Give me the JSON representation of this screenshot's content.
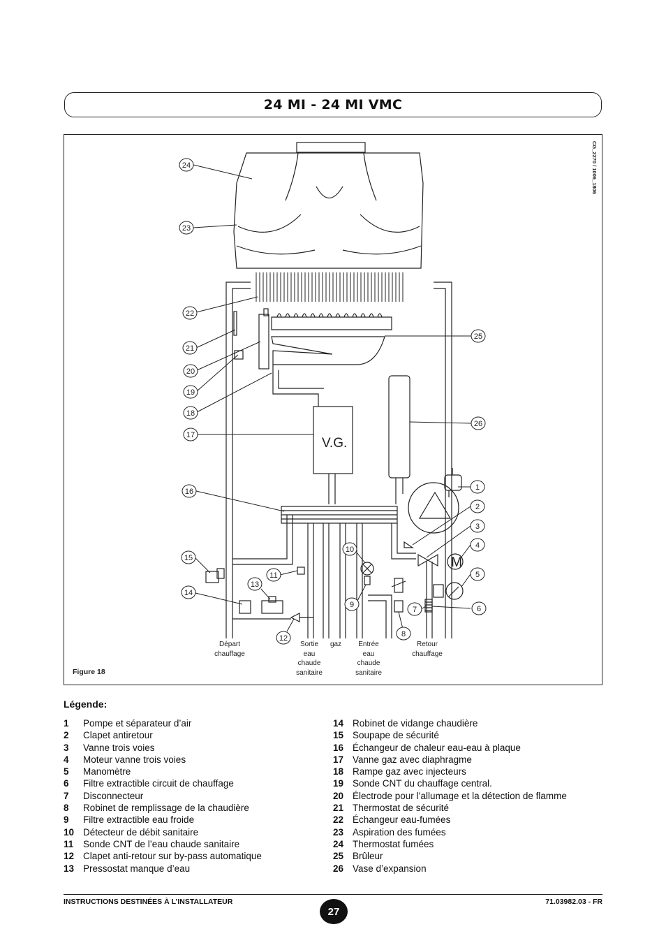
{
  "title": "24 MI - 24 MI VMC",
  "figure": {
    "code": "CG_2270 / 1006_1806",
    "caption": "Figure 18",
    "valve_label": "V.G.",
    "motor_label": "M",
    "callouts": [
      "1",
      "2",
      "3",
      "4",
      "5",
      "6",
      "7",
      "8",
      "9",
      "10",
      "11",
      "12",
      "13",
      "14",
      "15",
      "16",
      "17",
      "18",
      "19",
      "20",
      "21",
      "22",
      "23",
      "24",
      "25",
      "26"
    ],
    "bottom_labels": {
      "depart": [
        "Départ",
        "chauffage"
      ],
      "sortie": [
        "Sortie",
        "eau",
        "chaude",
        "sanitaire"
      ],
      "gaz": [
        "gaz"
      ],
      "entree": [
        "Entrée",
        "eau",
        "chaude",
        "sanitaire"
      ],
      "retour": [
        "Retour",
        "chauffage"
      ]
    }
  },
  "legend": {
    "title": "Légende:",
    "left": [
      {
        "num": "1",
        "text": "Pompe et séparateur d’air"
      },
      {
        "num": "2",
        "text": "Clapet antiretour"
      },
      {
        "num": "3",
        "text": "Vanne trois voies"
      },
      {
        "num": "4",
        "text": "Moteur vanne trois voies"
      },
      {
        "num": "5",
        "text": "Manomètre"
      },
      {
        "num": "6",
        "text": "Filtre extractible circuit de chauffage"
      },
      {
        "num": "7",
        "text": "Disconnecteur"
      },
      {
        "num": "8",
        "text": "Robinet de remplissage de la chaudière"
      },
      {
        "num": "9",
        "text": "Filtre extractible eau froide"
      },
      {
        "num": "10",
        "text": "Détecteur de débit sanitaire"
      },
      {
        "num": "11",
        "text": "Sonde CNT de l’eau chaude sanitaire"
      },
      {
        "num": "12",
        "text": "Clapet anti-retour sur by-pass automatique"
      },
      {
        "num": "13",
        "text": "Pressostat manque d’eau"
      }
    ],
    "right": [
      {
        "num": "14",
        "text": "Robinet de vidange chaudière"
      },
      {
        "num": "15",
        "text": "Soupape de sécurité"
      },
      {
        "num": "16",
        "text": "Échangeur de chaleur eau-eau à plaque"
      },
      {
        "num": "17",
        "text": "Vanne gaz avec diaphragme"
      },
      {
        "num": "18",
        "text": "Rampe gaz avec injecteurs"
      },
      {
        "num": "19",
        "text": "Sonde CNT du chauffage central."
      },
      {
        "num": "20",
        "text": "Électrode pour l’allumage et la détection de flamme"
      },
      {
        "num": "21",
        "text": "Thermostat de sécurité"
      },
      {
        "num": "22",
        "text": "Échangeur eau-fumées"
      },
      {
        "num": "23",
        "text": "Aspiration des fumées"
      },
      {
        "num": "24",
        "text": "Thermostat fumées"
      },
      {
        "num": "25",
        "text": "Brûleur"
      },
      {
        "num": "26",
        "text": "Vase d’expansion"
      }
    ]
  },
  "footer": {
    "left": "INSTRUCTIONS DESTINÉES À L’INSTALLATEUR",
    "page": "27",
    "right": "71.03982.03 - FR"
  }
}
